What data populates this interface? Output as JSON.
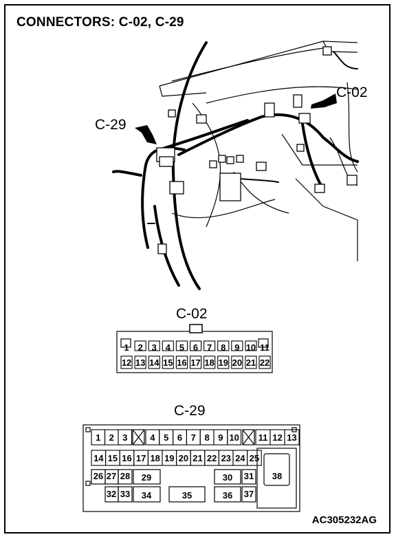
{
  "title": "CONNECTORS: C-02, C-29",
  "callouts": {
    "c29": "C-29",
    "c02": "C-02"
  },
  "connector_c02": {
    "label": "C-02",
    "row1": [
      "1",
      "2",
      "3",
      "4",
      "5",
      "6",
      "7",
      "8",
      "9",
      "10",
      "11"
    ],
    "row2": [
      "12",
      "13",
      "14",
      "15",
      "16",
      "17",
      "18",
      "19",
      "20",
      "21",
      "22"
    ]
  },
  "connector_c29": {
    "label": "C-29",
    "row1_left": [
      "1",
      "2",
      "3"
    ],
    "row1_mid": [
      "4",
      "5",
      "6",
      "7",
      "8",
      "9",
      "10"
    ],
    "row1_right": [
      "11",
      "12",
      "13"
    ],
    "row2": [
      "14",
      "15",
      "16",
      "17",
      "18",
      "19",
      "20",
      "21",
      "22",
      "23",
      "24",
      "25"
    ],
    "pins": {
      "p26": "26",
      "p27": "27",
      "p28": "28",
      "p29": "29",
      "p30": "30",
      "p31": "31",
      "p32": "32",
      "p33": "33",
      "p34": "34",
      "p35": "35",
      "p36": "36",
      "p37": "37",
      "p38": "38"
    }
  },
  "figure_code": "AC305232AG"
}
